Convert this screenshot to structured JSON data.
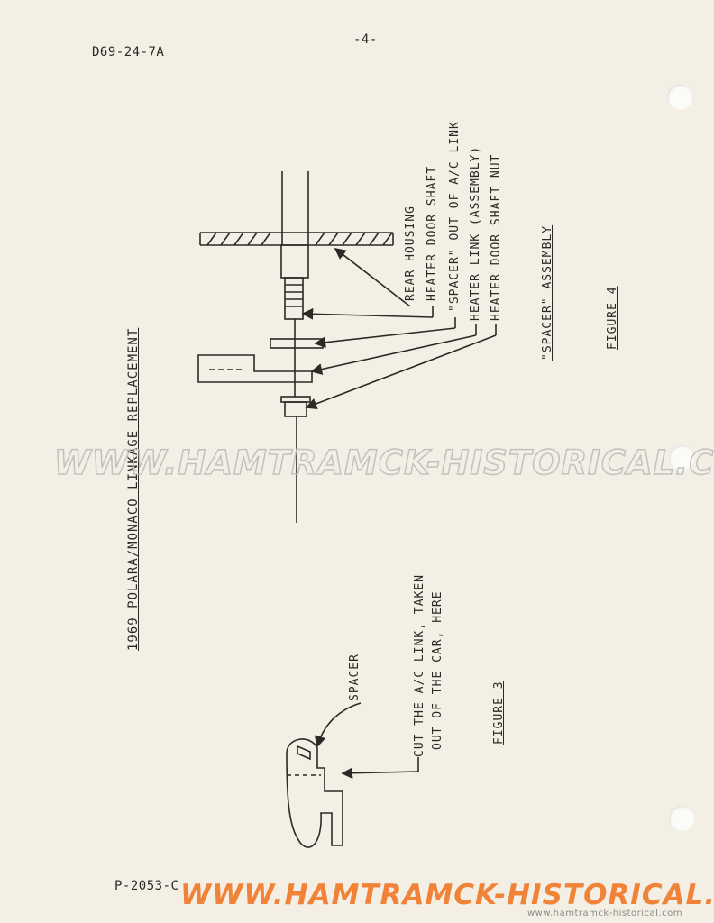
{
  "header": {
    "doc_code": "D69-24-7A",
    "page_number": "-4-"
  },
  "footer": {
    "form_code": "P-2053-C",
    "small_watermark": "www.hamtramck-historical.com"
  },
  "title": "1969 POLARA/MONACO LINKAGE REPLACEMENT",
  "figure3": {
    "caption": "FIGURE 3",
    "spacer_label": "SPACER",
    "cut_note_line1": "CUT THE A/C LINK, TAKEN",
    "cut_note_line2": "OUT OF THE CAR, HERE"
  },
  "figure4": {
    "caption": "FIGURE 4",
    "subcaption": "\"SPACER\" ASSEMBLY",
    "labels": [
      "REAR HOUSING",
      "HEATER DOOR SHAFT",
      "\"SPACER\" OUT OF A/C LINK",
      "HEATER LINK (ASSEMBLY)",
      "HEATER DOOR SHAFT NUT"
    ]
  },
  "watermark_main": "WWW.HAMTRAMCK-HISTORICAL.COM",
  "colors": {
    "paper": "#f3efe4",
    "ink": "#2b2a27",
    "watermark_bottom": "#f07a2a",
    "watermark_mid": "#cfcfcf"
  }
}
